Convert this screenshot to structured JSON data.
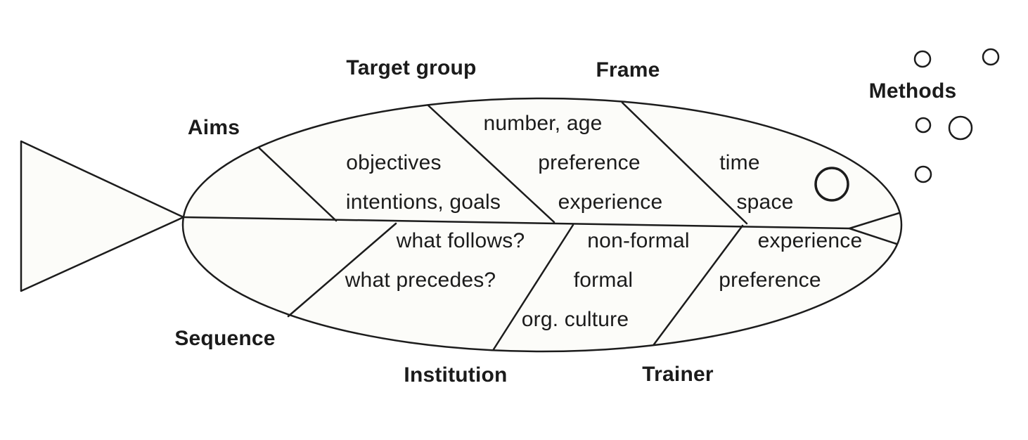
{
  "diagram": {
    "type": "fish-planning-diagram",
    "outer_labels": {
      "aims": "Aims",
      "target_group": "Target group",
      "frame": "Frame",
      "methods": "Methods",
      "sequence": "Sequence",
      "institution": "Institution",
      "trainer": "Trainer"
    },
    "segments": {
      "aims": [
        "objectives",
        "intentions, goals"
      ],
      "target_group": [
        "number, age",
        "preference",
        "experience"
      ],
      "frame": [
        "time",
        "space"
      ],
      "sequence": [
        "what follows?",
        "what precedes?"
      ],
      "institution": [
        "non-formal",
        "formal",
        "org. culture"
      ],
      "trainer": [
        "experience",
        "preference"
      ]
    },
    "colors": {
      "line": "#1c1c1c",
      "fish_fill": "#fcfcf9",
      "background": "#ffffff",
      "text": "#1b1b1b"
    }
  }
}
